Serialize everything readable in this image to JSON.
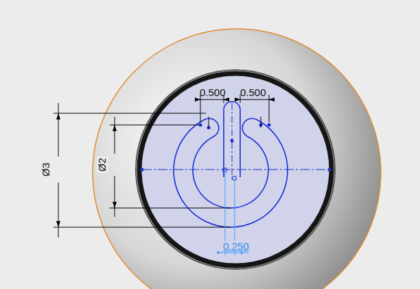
{
  "diagram": {
    "labels": [
      "0.500",
      "0.500",
      "Ø3",
      "Ø2",
      "0.250"
    ]
  }
}
